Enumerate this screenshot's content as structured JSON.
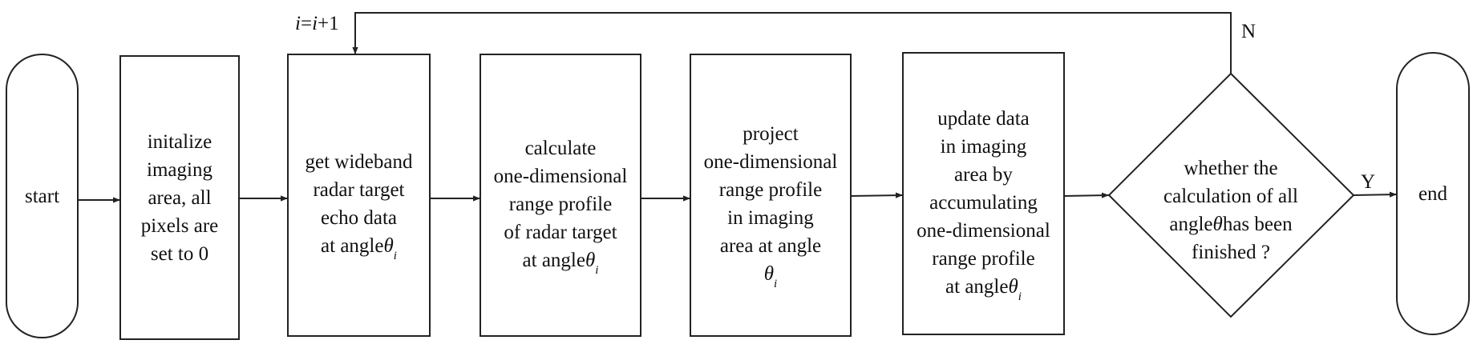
{
  "nodes": {
    "start": "start",
    "init": "initalize\nimaging\narea, all\npixels are\nset to 0",
    "get_echo": {
      "text": "get wideband\nradar target\necho data",
      "angle_prefix": "at angle ",
      "theta": "θ",
      "sub": "i"
    },
    "calc_profile": {
      "text": "calculate\none-dimensional\nrange profile\nof radar target",
      "angle_prefix": "at angle ",
      "theta": "θ",
      "sub": "i"
    },
    "project": {
      "text": "project\none-dimensional\nrange profile\nin imaging\narea at angle",
      "theta": "θ",
      "sub": "i"
    },
    "update": {
      "text": "update data\nin imaging\narea by\naccumulating\none-dimensional\nrange profile",
      "angle_prefix": "at angle ",
      "theta": "θ",
      "sub": "i"
    },
    "decision": {
      "line1": "whether the",
      "line2": "calculation of all",
      "line3_prefix": "angle ",
      "theta": "θ",
      "line3_suffix": " has been",
      "line4": "finished ?"
    },
    "end": "end"
  },
  "edges": {
    "loop_label": {
      "i1": "i",
      "eq": "=",
      "i2": "i",
      "plus": "+1"
    },
    "no_label": "N",
    "yes_label": "Y"
  }
}
